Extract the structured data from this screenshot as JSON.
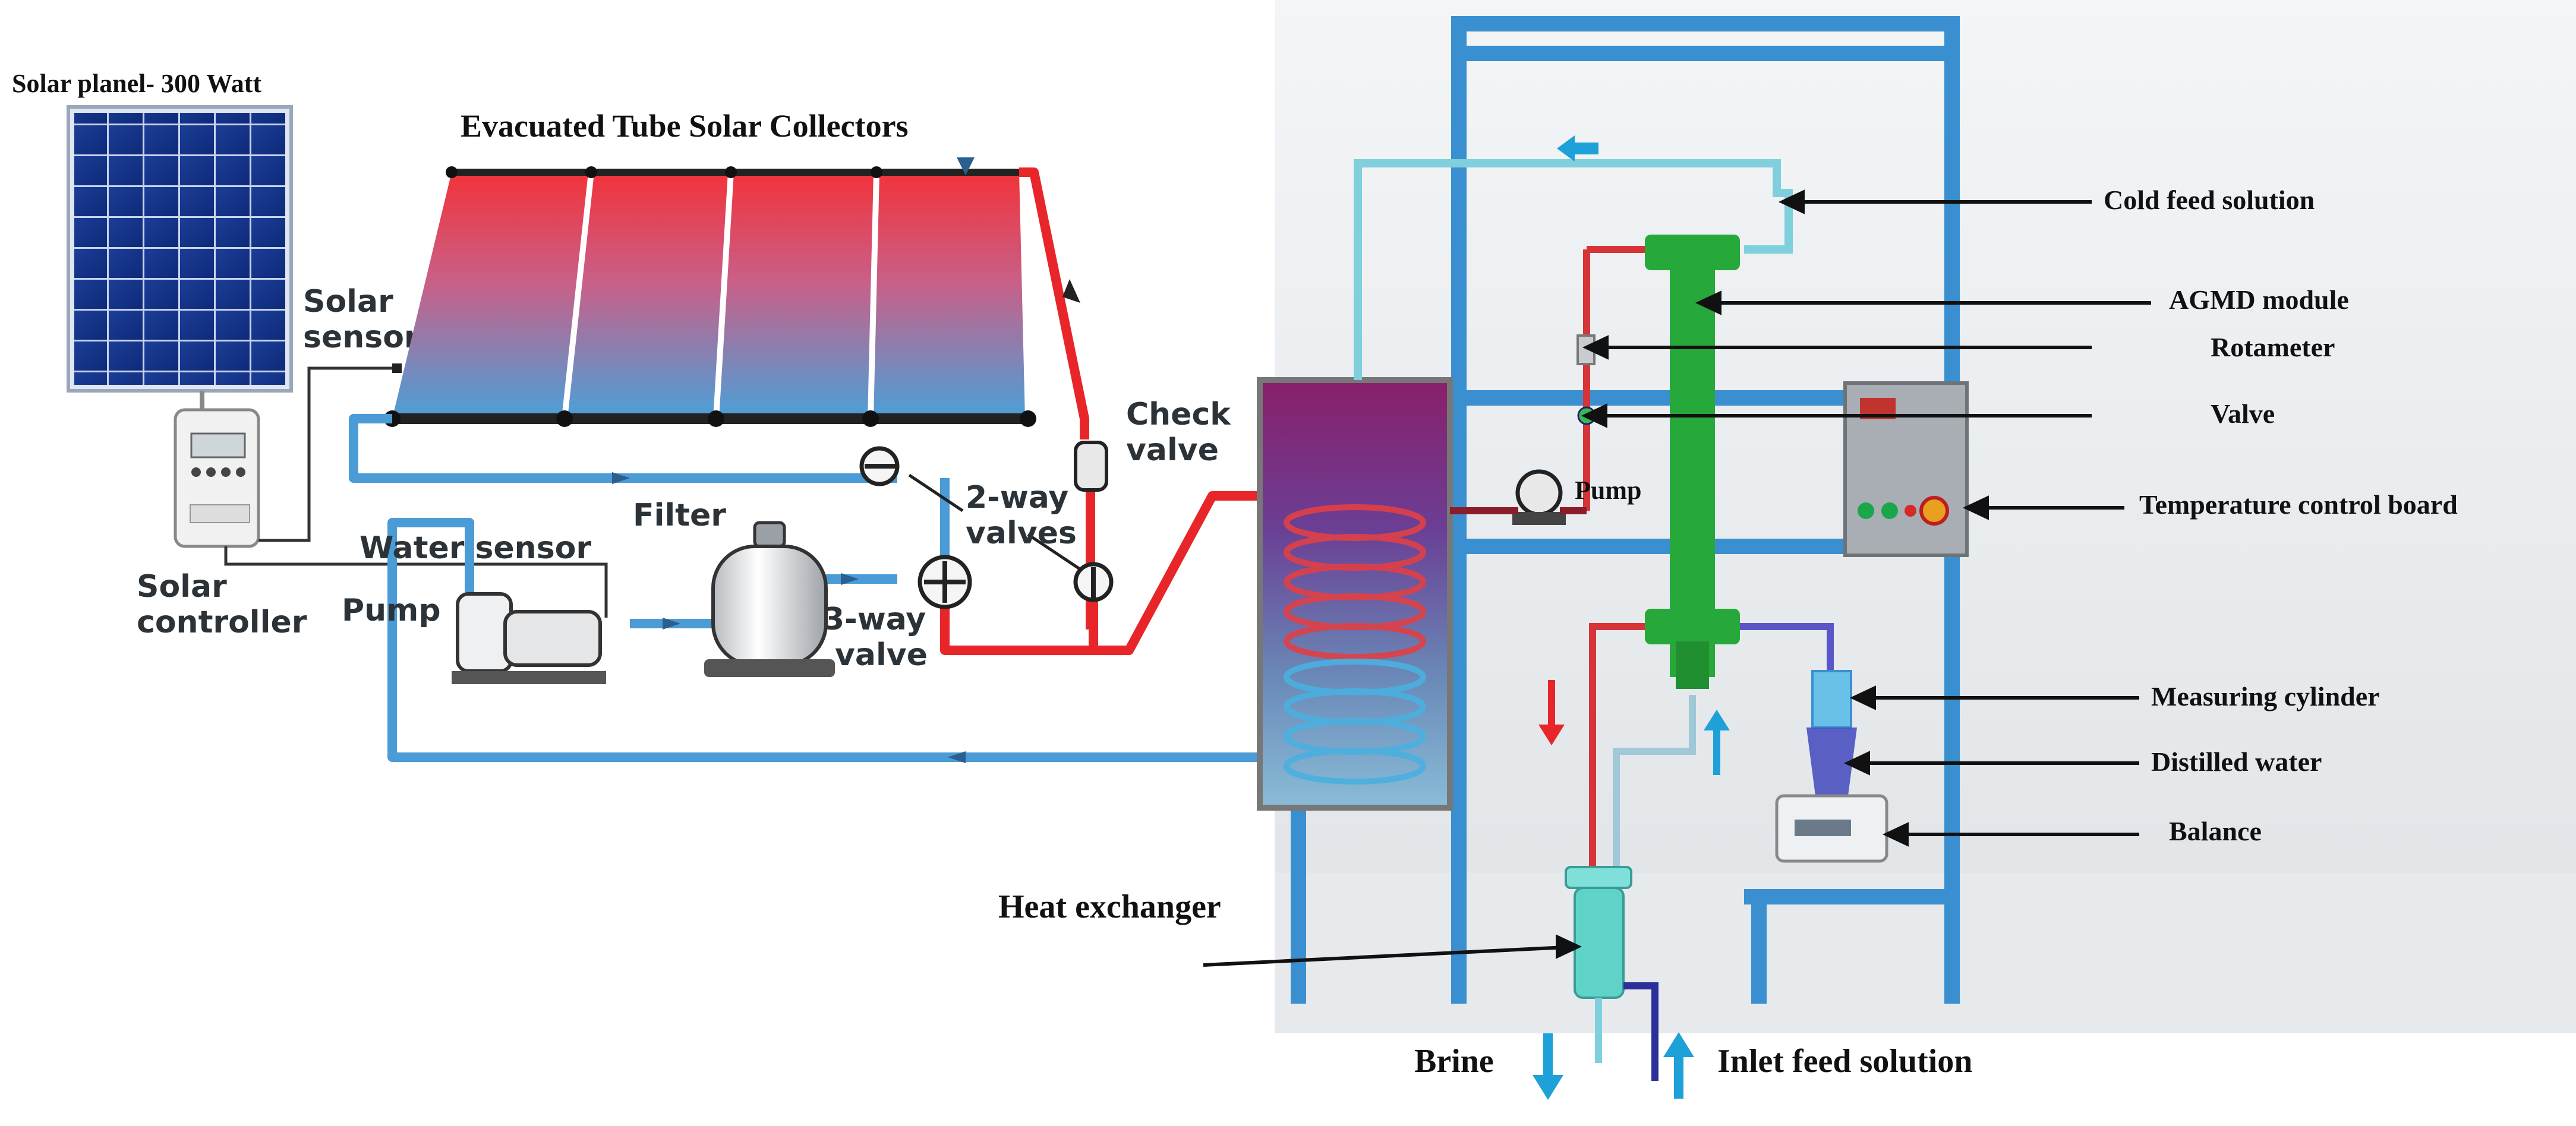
{
  "labels": {
    "solar_panel": "Solar planel- 300 Watt",
    "collectors": "Evacuated Tube Solar Collectors",
    "solar_sensor_1": "Solar",
    "solar_sensor_2": "sensor",
    "check_valve_1": "Check",
    "check_valve_2": "valve",
    "two_way_1": "2-way",
    "two_way_2": "valves",
    "filter": "Filter",
    "water_sensor": "Water sensor",
    "solar_controller_1": "Solar",
    "solar_controller_2": "controller",
    "pump_left": "Pump",
    "three_way_1": "3-way",
    "three_way_2": "valve",
    "pump_right": "Pump",
    "cold_feed": "Cold feed solution",
    "agmd": "AGMD module",
    "rotameter": "Rotameter",
    "valve": "Valve",
    "temp_board": "Temperature control board",
    "measuring_cylinder": "Measuring cylinder",
    "distilled_water": "Distilled water",
    "balance": "Balance",
    "heat_exchanger": "Heat exchanger",
    "brine": "Brine",
    "inlet_feed": "Inlet feed solution"
  },
  "colors": {
    "frame_blue": "#3a8fd0",
    "pipe_blue": "#4a9bd6",
    "pipe_red": "#e8262a",
    "agmd_green": "#27a83a",
    "feed_cyan": "#7fd0dc",
    "distillate_purple": "#5a55c8"
  }
}
